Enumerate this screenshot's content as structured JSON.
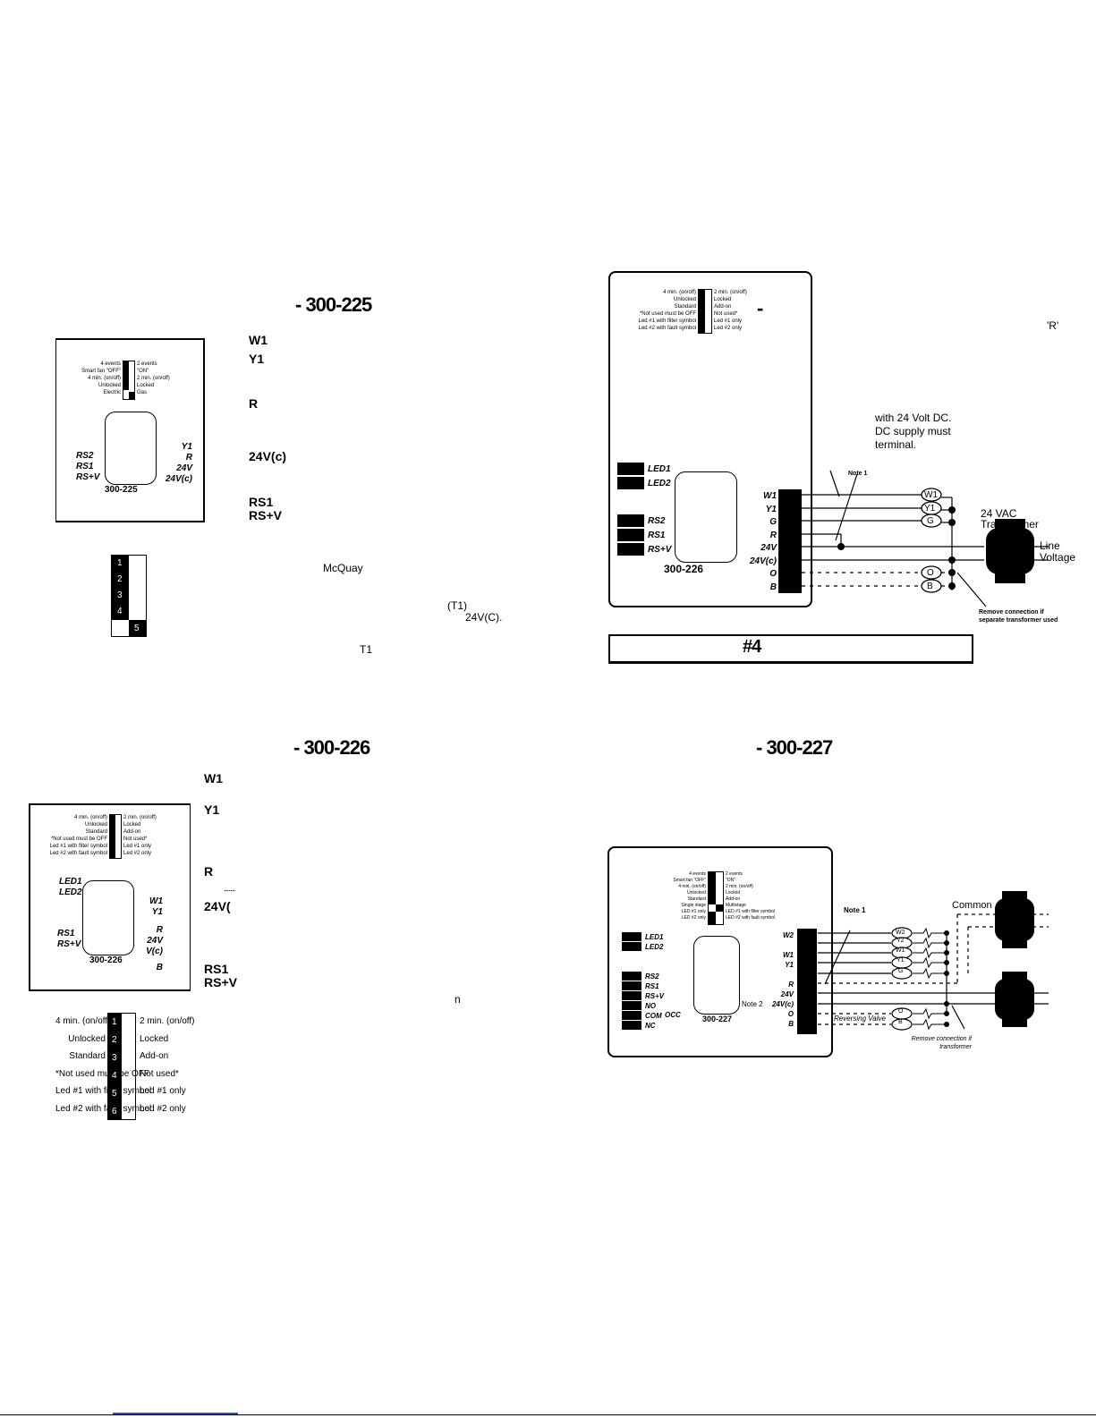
{
  "headers": {
    "model_225": "- 300-225",
    "model_226": "- 300-226",
    "model_227": "- 300-227",
    "top_right_dash": "-",
    "figure_number": "#4"
  },
  "panel_225": {
    "model": "300-225",
    "switch_left": [
      "4 events",
      "Smart fan \"OFF\"",
      "4 min. (on/off)",
      "Unlocked",
      "Electric"
    ],
    "switch_right": [
      "2 events",
      "\"ON\"",
      "2 min. (on/off)",
      "Locked",
      "Gas"
    ],
    "left_terms": [
      "RS2",
      "RS1",
      "RS+V"
    ],
    "right_terms": [
      "Y1",
      "R",
      "24V",
      "24V(c)"
    ],
    "side_terms": [
      "W1",
      "Y1",
      "R",
      "24V(c)",
      "RS1",
      "RS+V"
    ],
    "dip_numbers": [
      "1",
      "2",
      "3",
      "4",
      "5"
    ],
    "notes": {
      "mcquay": "McQuay",
      "t1_paren": "(T1)",
      "v24c": "24V(C).",
      "t1": "T1"
    }
  },
  "panel_226": {
    "model": "300-226",
    "switch_left": [
      "4 min. (on/off)",
      "Unlocked",
      "Standard",
      "*Not used must be OFF",
      "Led #1 with filter symbol",
      "Led #2 with fault symbol"
    ],
    "switch_right": [
      "2 min. (on/off)",
      "Locked",
      "Add-on",
      "Not used*",
      "Led #1 only",
      "Led #2 only"
    ],
    "left_terms": [
      "LED1",
      "LED2",
      "RS1",
      "RS+V"
    ],
    "right_terms": [
      "W1",
      "Y1",
      "R",
      "24V",
      "V(c)",
      "B"
    ],
    "side_terms": [
      "W1",
      "Y1",
      "R",
      "24V(",
      "RS1",
      "RS+V"
    ],
    "dip_numbers": [
      "1",
      "2",
      "3",
      "4",
      "5",
      "6"
    ],
    "stray": {
      "dots": ".......",
      "n": "n"
    }
  },
  "figure_4": {
    "model": "300-226",
    "switch_left": [
      "4 min. (on/off)",
      "Unlocked",
      "Standard",
      "*Not used must be OFF",
      "Led #1 with filter symbol",
      "Led #2 with fault symbol"
    ],
    "switch_right": [
      "2 min. (on/off)",
      "Locked",
      "Add-on",
      "Not used*",
      "Led #1 only",
      "Led #2 only"
    ],
    "left_terms": [
      "LED1",
      "LED2",
      "RS2",
      "RS1",
      "RS+V"
    ],
    "right_terms": [
      "W1",
      "Y1",
      "G",
      "R",
      "24V",
      "24V(c)",
      "O",
      "B"
    ],
    "wire_labels": [
      "W1",
      "Y1",
      "G",
      "O",
      "B"
    ],
    "note1": "Note 1",
    "r_quote": "'R'",
    "text_lines": [
      "with 24 Volt DC.",
      "DC supply must",
      "terminal."
    ],
    "transformer": "24 VAC\nTransformer",
    "line_voltage": [
      "Line",
      "Voltage"
    ],
    "remove_note": [
      "Remove connection if",
      "separate transformer used"
    ]
  },
  "figure_227": {
    "model": "300-227",
    "switch_left": [
      "4 events",
      "Smart fan \"OFF\"",
      "4 min. (on/off)",
      "Unlocked",
      "Standard",
      "Single stage",
      "LED #1 only",
      "LED #2 only"
    ],
    "switch_right": [
      "2 events",
      "\"ON\"",
      "2 min. (on/off)",
      "Locked",
      "Add-on",
      "Multistage",
      "LED #1 with filter symbol",
      "LED #2 with fault symbol"
    ],
    "left_terms": [
      "LED1",
      "LED2",
      "RS2",
      "RS1",
      "RS+V",
      "NO",
      "COM",
      "NC"
    ],
    "occ": "OCC",
    "right_terms": [
      "W2",
      "W1",
      "Y1",
      "R",
      "24V",
      "24V(c)",
      "O",
      "B"
    ],
    "wire_labels": [
      "W2",
      "Y2",
      "W1",
      "Y1",
      "G",
      "O",
      "B"
    ],
    "note1": "Note 1",
    "note2": "Note 2",
    "common": "Common",
    "reversing_valve": "Reversing Valve",
    "remove_note": [
      "Remove connection if",
      "transformer"
    ]
  }
}
